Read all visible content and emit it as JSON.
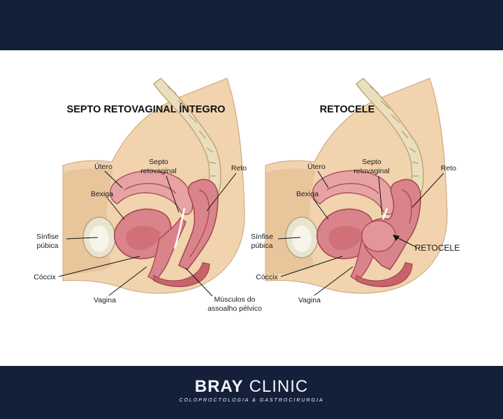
{
  "panels": [
    {
      "title": "SEPTO RETOVAGINAL ÍNTEGRO",
      "labels": {
        "utero": "Útero",
        "septo_1": "Septo",
        "septo_2": "retovaginal",
        "reto": "Reto",
        "bexiga": "Bexiga",
        "sinfise_1": "Sínfise",
        "sinfise_2": "púbica",
        "coccix": "Cóccix",
        "vagina": "Vagina",
        "musculos_1": "Músculos do",
        "musculos_2": "assoalho pélvico"
      }
    },
    {
      "title": "RETOCELE",
      "labels": {
        "utero": "Útero",
        "septo_1": "Septo",
        "septo_2": "retovaginal",
        "reto": "Reto",
        "bexiga": "Bexiga",
        "sinfise_1": "Sínfise",
        "sinfise_2": "púbica",
        "coccix": "Cóccix",
        "vagina": "Vagina",
        "retocele": "RETOCELE"
      }
    }
  ],
  "brand": {
    "name_bold": "BRAY",
    "name_light": "CLINIC",
    "tagline": "COLOPROCTOLOGIA & GASTROCIRURGIA"
  },
  "colors": {
    "band": "#14203a",
    "skin": "#f1d3ad",
    "tissue": "#d9838a",
    "organ": "#e7a3a3",
    "organ_dark": "#b4525b",
    "bone": "#eadfbd"
  }
}
